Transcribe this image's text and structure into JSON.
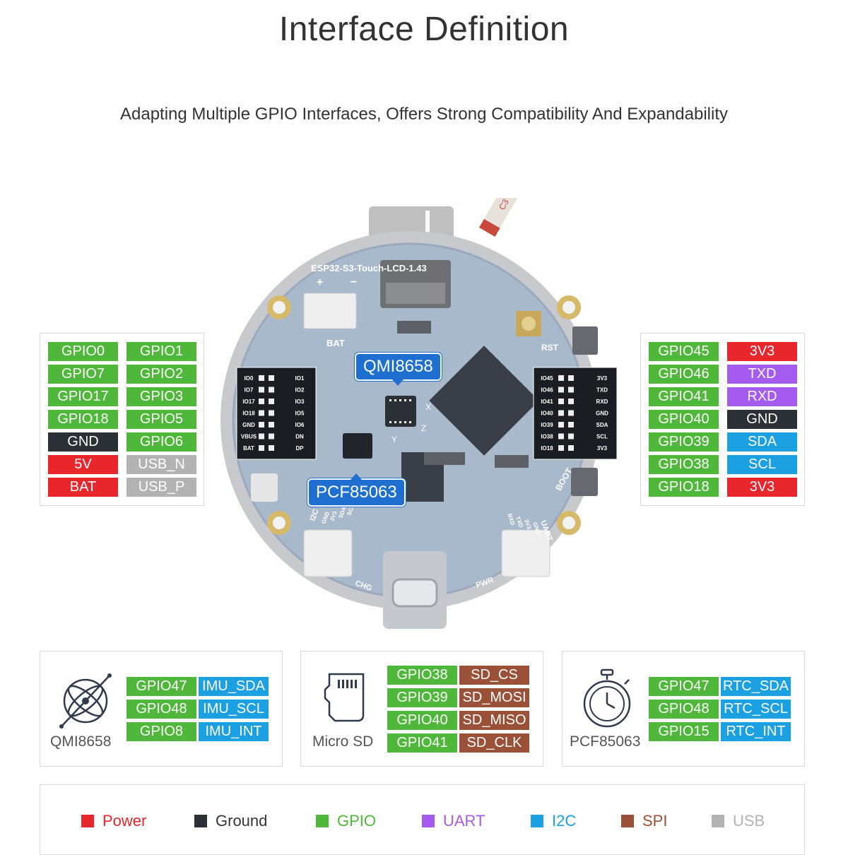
{
  "title": "Interface Definition",
  "subtitle": "Adapting Multiple GPIO Interfaces, Offers Strong Compatibility And Expandability",
  "colors": {
    "power": "#e8262b",
    "ground": "#2b2f36",
    "gpio": "#4fb83a",
    "uart": "#a55bf0",
    "i2c": "#1ba0e2",
    "spi": "#9a5138",
    "usb": "#b3b3b3"
  },
  "board": {
    "label": "ESP32-S3-Touch-LCD-1.43",
    "bat_label": "BAT",
    "plus": "+",
    "minus": "−",
    "rst_label": "RST",
    "boot_label": "BOOT",
    "i2c_label": "I2C",
    "uart_label": "UART",
    "chg_label": "CHG",
    "pwr_label": "PWR",
    "cap_label": "C3",
    "left_header_labels": [
      "IO0",
      "IO7",
      "IO17",
      "IO18",
      "GND",
      "VBUS",
      "BAT"
    ],
    "left_header_right_labels": [
      "IO1",
      "IO2",
      "IO3",
      "IO5",
      "IO6",
      "DN",
      "DP"
    ],
    "right_header_left_labels": [
      "IO45",
      "IO46",
      "IO41",
      "IO40",
      "IO39",
      "IO38",
      "IO18"
    ],
    "right_header_right_labels": [
      "3V3",
      "TXD",
      "RXD",
      "GND",
      "SDA",
      "SCL",
      "3V3"
    ],
    "i2c_pin_labels": [
      "GND",
      "3V3",
      "SDA",
      "SCL"
    ],
    "uart_pin_labels": [
      "RXD",
      "TXD",
      "3V3",
      "GND"
    ],
    "axis_x": "X",
    "axis_y": "Y",
    "axis_z": "Z"
  },
  "chip_labels": {
    "imu": "QMI8658",
    "rtc": "PCF85063"
  },
  "left_pins": [
    [
      {
        "text": "GPIO0",
        "type": "gpio"
      },
      {
        "text": "GPIO1",
        "type": "gpio"
      }
    ],
    [
      {
        "text": "GPIO7",
        "type": "gpio"
      },
      {
        "text": "GPIO2",
        "type": "gpio"
      }
    ],
    [
      {
        "text": "GPIO17",
        "type": "gpio"
      },
      {
        "text": "GPIO3",
        "type": "gpio"
      }
    ],
    [
      {
        "text": "GPIO18",
        "type": "gpio"
      },
      {
        "text": "GPIO5",
        "type": "gpio"
      }
    ],
    [
      {
        "text": "GND",
        "type": "ground"
      },
      {
        "text": "GPIO6",
        "type": "gpio"
      }
    ],
    [
      {
        "text": "5V",
        "type": "power"
      },
      {
        "text": "USB_N",
        "type": "usb"
      }
    ],
    [
      {
        "text": "BAT",
        "type": "power"
      },
      {
        "text": "USB_P",
        "type": "usb"
      }
    ]
  ],
  "right_pins": [
    [
      {
        "text": "GPIO45",
        "type": "gpio"
      },
      {
        "text": "3V3",
        "type": "power"
      }
    ],
    [
      {
        "text": "GPIO46",
        "type": "gpio"
      },
      {
        "text": "TXD",
        "type": "uart"
      }
    ],
    [
      {
        "text": "GPIO41",
        "type": "gpio"
      },
      {
        "text": "RXD",
        "type": "uart"
      }
    ],
    [
      {
        "text": "GPIO40",
        "type": "gpio"
      },
      {
        "text": "GND",
        "type": "ground"
      }
    ],
    [
      {
        "text": "GPIO39",
        "type": "gpio"
      },
      {
        "text": "SDA",
        "type": "i2c"
      }
    ],
    [
      {
        "text": "GPIO38",
        "type": "gpio"
      },
      {
        "text": "SCL",
        "type": "i2c"
      }
    ],
    [
      {
        "text": "GPIO18",
        "type": "gpio"
      },
      {
        "text": "3V3",
        "type": "power"
      }
    ]
  ],
  "cards": [
    {
      "name": "QMI8658",
      "icon": "gyroscope-icon",
      "pins": [
        [
          {
            "text": "GPIO47",
            "type": "gpio"
          },
          {
            "text": "IMU_SDA",
            "type": "i2c"
          }
        ],
        [
          {
            "text": "GPIO48",
            "type": "gpio"
          },
          {
            "text": "IMU_SCL",
            "type": "i2c"
          }
        ],
        [
          {
            "text": "GPIO8",
            "type": "gpio"
          },
          {
            "text": "IMU_INT",
            "type": "i2c"
          }
        ]
      ]
    },
    {
      "name": "Micro SD",
      "icon": "sd-card-icon",
      "pins": [
        [
          {
            "text": "GPIO38",
            "type": "gpio"
          },
          {
            "text": "SD_CS",
            "type": "spi"
          }
        ],
        [
          {
            "text": "GPIO39",
            "type": "gpio"
          },
          {
            "text": "SD_MOSI",
            "type": "spi"
          }
        ],
        [
          {
            "text": "GPIO40",
            "type": "gpio"
          },
          {
            "text": "SD_MISO",
            "type": "spi"
          }
        ],
        [
          {
            "text": "GPIO41",
            "type": "gpio"
          },
          {
            "text": "SD_CLK",
            "type": "spi"
          }
        ]
      ]
    },
    {
      "name": "PCF85063",
      "icon": "stopwatch-icon",
      "pins": [
        [
          {
            "text": "GPIO47",
            "type": "gpio"
          },
          {
            "text": "RTC_SDA",
            "type": "i2c"
          }
        ],
        [
          {
            "text": "GPIO48",
            "type": "gpio"
          },
          {
            "text": "RTC_SCL",
            "type": "i2c"
          }
        ],
        [
          {
            "text": "GPIO15",
            "type": "gpio"
          },
          {
            "text": "RTC_INT",
            "type": "i2c"
          }
        ]
      ]
    }
  ],
  "legend": [
    {
      "label": "Power",
      "type": "power"
    },
    {
      "label": "Ground",
      "type": "ground"
    },
    {
      "label": "GPIO",
      "type": "gpio"
    },
    {
      "label": "UART",
      "type": "uart"
    },
    {
      "label": "I2C",
      "type": "i2c"
    },
    {
      "label": "SPI",
      "type": "spi"
    },
    {
      "label": "USB",
      "type": "usb"
    }
  ]
}
